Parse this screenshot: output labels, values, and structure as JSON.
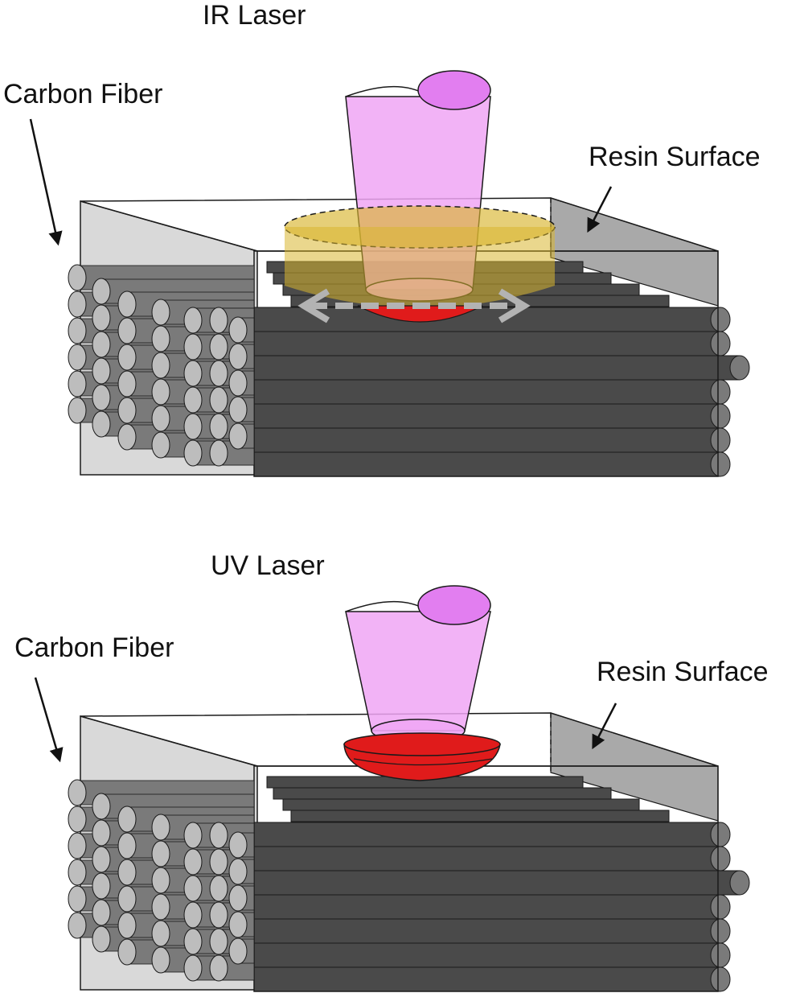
{
  "colors": {
    "background": "#ffffff",
    "fiber_dark": "#4a4a4a",
    "fiber_end": "#bdbdbd",
    "fiber_side": "#7a7a7a",
    "resin_light": "#d9d9d9",
    "resin_mid": "#a9a9a9",
    "laser_pink": "#f0a6f5",
    "laser_pink_dark": "#e27ef0",
    "heat_zone": "#d9b630",
    "melt_red": "#e01b1b",
    "arrow_gray": "#b3b3b3",
    "outline": "#1a1a1a"
  },
  "panels": [
    {
      "id": "ir",
      "laser_label": "IR Laser",
      "fiber_label": "Carbon Fiber",
      "resin_label": "Resin Surface",
      "laser_icon": "laser-beam-icon",
      "effect": "heat-affected-zone"
    },
    {
      "id": "uv",
      "laser_label": "UV Laser",
      "fiber_label": "Carbon Fiber",
      "resin_label": "Resin Surface",
      "laser_icon": "laser-beam-icon",
      "effect": "localized-ablation"
    }
  ]
}
